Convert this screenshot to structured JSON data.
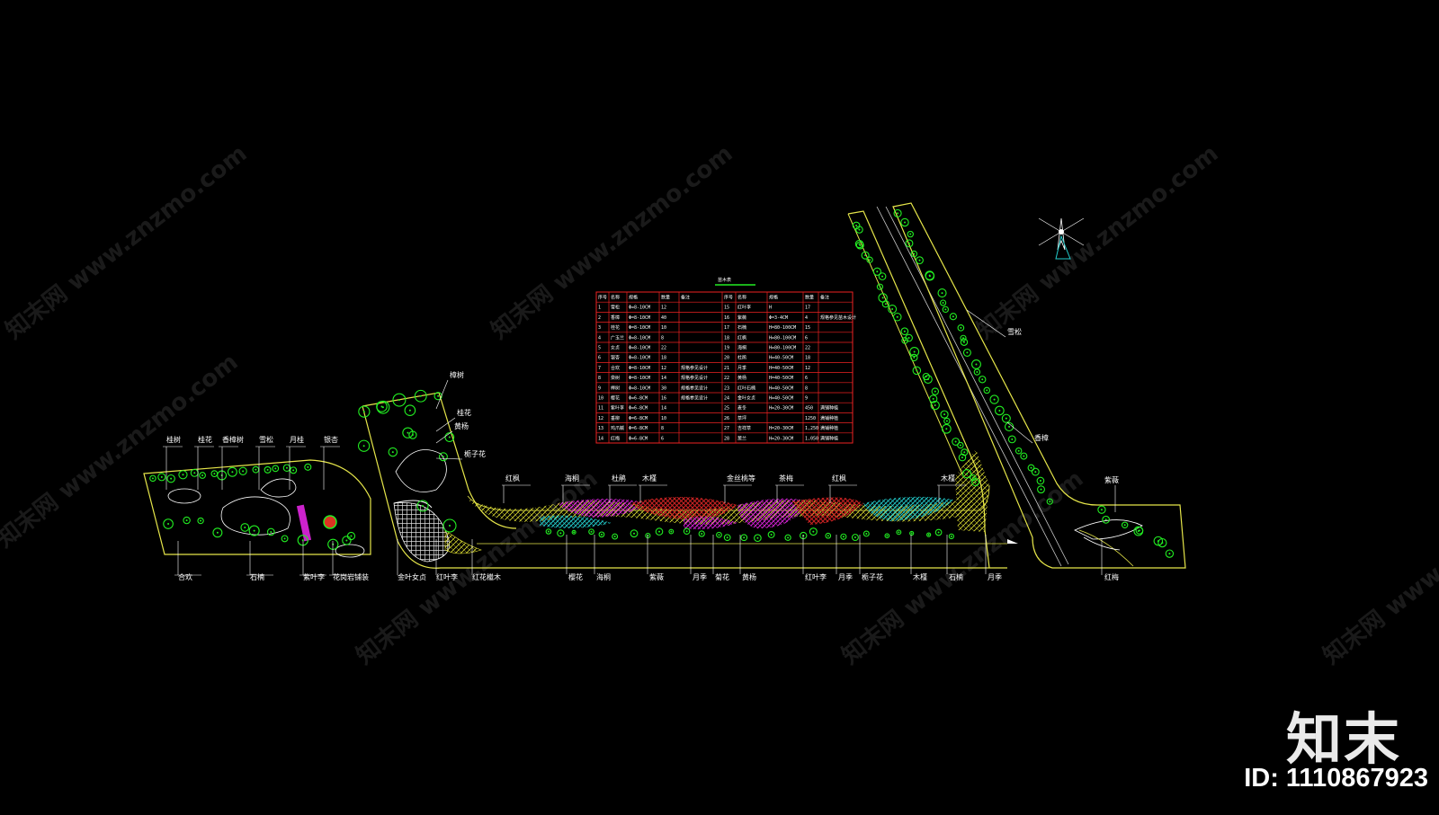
{
  "plan": {
    "table_title": "苗木表",
    "table_headers": [
      "序号",
      "名称",
      "规格",
      "数量",
      "备注",
      "序号",
      "名称",
      "规格",
      "数量",
      "备注"
    ],
    "table_rows": [
      [
        "1",
        "雪松",
        "Φ=8-10CM",
        "12",
        "",
        "15",
        "红叶李",
        "H",
        "17",
        ""
      ],
      [
        "2",
        "香樟",
        "Φ=8-10CM",
        "40",
        "",
        "16",
        "紫薇",
        "Φ=3-4CM",
        "4",
        "规格参见苗木设计"
      ],
      [
        "3",
        "桂花",
        "Φ=8-10CM",
        "10",
        "",
        "17",
        "石楠",
        "H=80-100CM",
        "15",
        ""
      ],
      [
        "4",
        "广玉兰",
        "Φ=8-10CM",
        "8",
        "",
        "18",
        "红枫",
        "H=80-100CM",
        "6",
        ""
      ],
      [
        "5",
        "女贞",
        "Φ=8-10CM",
        "22",
        "",
        "19",
        "海桐",
        "H=80-100CM",
        "22",
        ""
      ],
      [
        "6",
        "银杏",
        "Φ=8-10CM",
        "18",
        "",
        "20",
        "杜鹃",
        "H=40-50CM",
        "18",
        ""
      ],
      [
        "7",
        "合欢",
        "Φ=8-10CM",
        "12",
        "规格参见设计",
        "21",
        "月季",
        "H=40-50CM",
        "12",
        ""
      ],
      [
        "8",
        "栾树",
        "Φ=8-10CM",
        "14",
        "规格参见设计",
        "22",
        "黄杨",
        "H=40-50CM",
        "6",
        ""
      ],
      [
        "9",
        "榉树",
        "Φ=8-10CM",
        "30",
        "规格参见设计",
        "23",
        "红叶石楠",
        "H=40-50CM",
        "8",
        ""
      ],
      [
        "10",
        "樱花",
        "Φ=6-8CM",
        "16",
        "规格参见设计",
        "24",
        "金叶女贞",
        "H=40-50CM",
        "9",
        ""
      ],
      [
        "11",
        "紫叶李",
        "Φ=6-8CM",
        "14",
        "",
        "25",
        "麦冬",
        "H=20-30CM",
        "450",
        "满铺种植"
      ],
      [
        "12",
        "垂柳",
        "Φ=6-8CM",
        "10",
        "",
        "26",
        "草坪",
        "",
        "1250",
        "满铺种植"
      ],
      [
        "13",
        "鸡爪槭",
        "Φ=6-8CM",
        "8",
        "",
        "27",
        "吉祥草",
        "H=20-30CM",
        "1,250",
        "满铺种植"
      ],
      [
        "14",
        "红梅",
        "Φ=6-8CM",
        "6",
        "",
        "28",
        "葱兰",
        "H=20-30CM",
        "1,050",
        "满铺种植"
      ]
    ],
    "labels_left_top": [
      "桂树",
      "桂花",
      "香樟树",
      "雪松",
      "月桂",
      "银杏"
    ],
    "labels_left_bottom": [
      "合欢",
      "石楠",
      "紫叶李",
      "花岗岩铺装"
    ],
    "labels_mid_block": [
      "樟树",
      "桂花",
      "黄杨",
      "栀子花"
    ],
    "labels_mid_bottom": [
      "金叶女贞",
      "红叶李",
      "红花檵木"
    ],
    "labels_strip_top": [
      "红枫",
      "海桐",
      "杜鹃",
      "木槿",
      "金丝桃等",
      "茶梅",
      "红枫",
      "木槿"
    ],
    "labels_strip_bottom": [
      "樱花",
      "海桐",
      "紫薇",
      "月季",
      "菊花",
      "黄杨",
      "红叶李",
      "月季",
      "栀子花",
      "木槿",
      "石楠",
      "月季"
    ],
    "labels_diag": [
      "雪松",
      "香樟"
    ],
    "labels_right": [
      "紫薇",
      "红梅"
    ]
  },
  "watermark": {
    "text": "知末网 www.znzmo.com",
    "brand": "知末",
    "id": "ID: 1110867923"
  },
  "colors": {
    "background": "#000000",
    "boundary": "#e6e64a",
    "tree": "#22ee22",
    "table_border": "#ee2222",
    "magenta": "#dd22dd",
    "red_hatch": "#cc2222",
    "cyan": "#22cccc",
    "yellow_hatch": "#dddd33",
    "brand": "#eaeaea"
  }
}
